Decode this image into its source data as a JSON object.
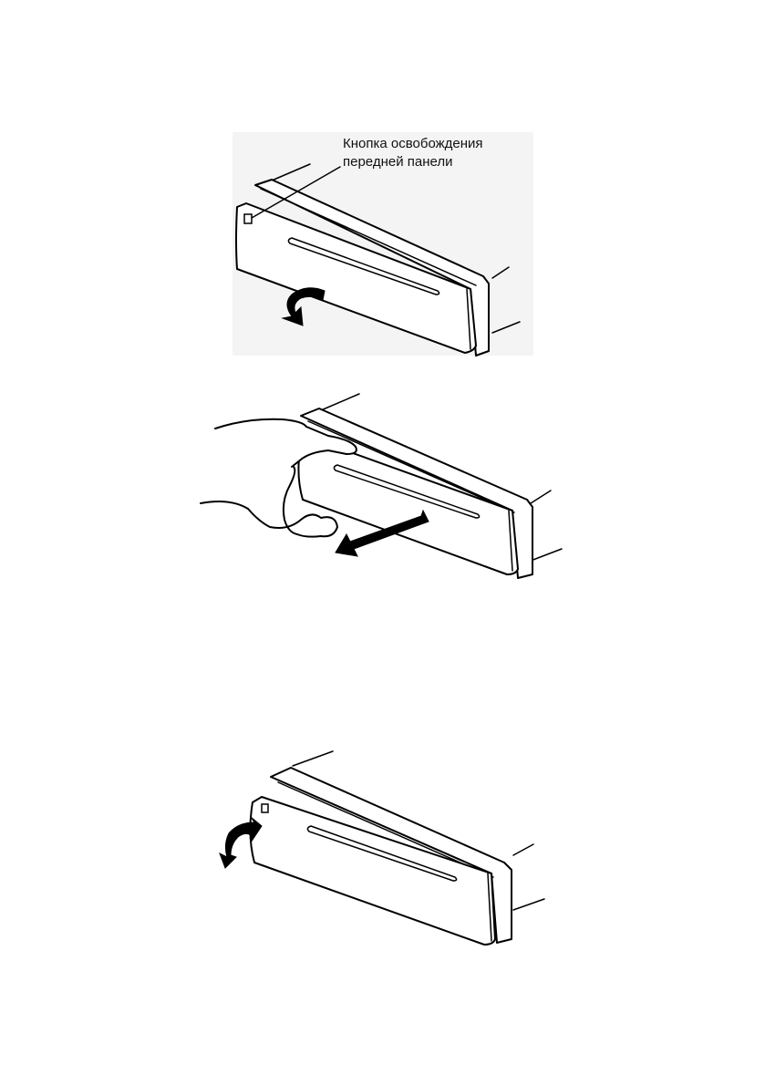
{
  "figures": [
    {
      "id": "detach-press-release",
      "icons": [
        "release-button-icon",
        "rotate-arrow-icon"
      ]
    },
    {
      "id": "detach-pull-panel",
      "icons": [
        "hand-icon",
        "pull-arrow-icon"
      ]
    },
    {
      "id": "attach-panel",
      "icons": [
        "rotate-arrow-icon"
      ]
    }
  ],
  "callout": {
    "line1": "Кнопка освобождения",
    "line2": "передней панели"
  }
}
